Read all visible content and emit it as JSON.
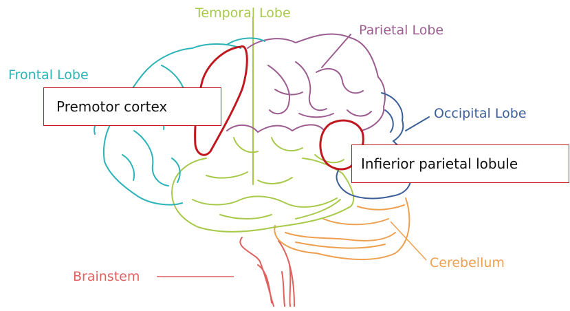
{
  "labels": {
    "temporal": "Temporal Lobe",
    "parietal": "Parietal Lobe",
    "frontal": "Frontal Lobe",
    "occipital": "Occipital Lobe",
    "cerebellum": "Cerebellum",
    "brainstem": "Brainstem"
  },
  "callouts": {
    "premotor": "Premotor cortex",
    "ipl": "Infierior parietal lobule"
  },
  "colors": {
    "frontal": "#2bb3b8",
    "parietal": "#9b5c8f",
    "temporal": "#a8c94a",
    "occipital": "#3a5f98",
    "cerebellum": "#eea050",
    "brainstem": "#e0605e",
    "highlight": "#c0181f"
  }
}
